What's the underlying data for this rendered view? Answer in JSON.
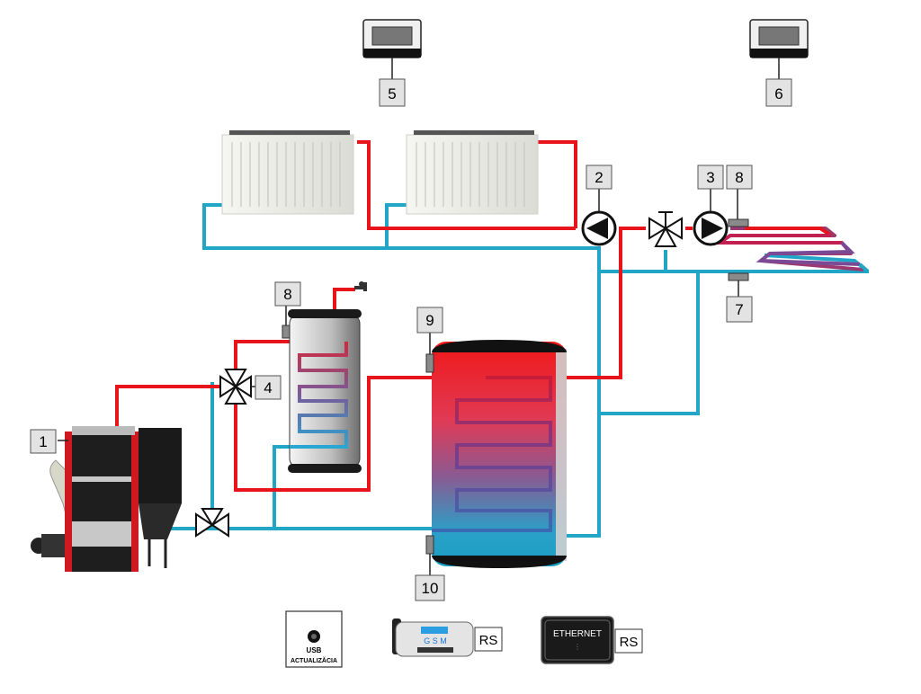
{
  "labels": {
    "boiler": "1",
    "pump_radiators": "2",
    "pump_floor": "3",
    "valve_dhw": "4",
    "room_panel_1": "5",
    "room_panel_2": "6",
    "outdoor_sensor": "7",
    "sensor_dhw": "8",
    "sensor_floor": "8",
    "sensor_buffer_top": "9",
    "sensor_buffer_bottom": "10"
  },
  "modules": {
    "usb_line1": "USB",
    "usb_line2": "ACTUALIZĂCIA",
    "gsm_text": "G S M",
    "ethernet_text": "ETHERNET",
    "rs_gsm": "RS",
    "rs_ethernet": "RS"
  },
  "colors": {
    "supply": "#e8141b",
    "return": "#22a6c8",
    "label_bg": "#e3e3e3",
    "label_border": "#555555"
  }
}
